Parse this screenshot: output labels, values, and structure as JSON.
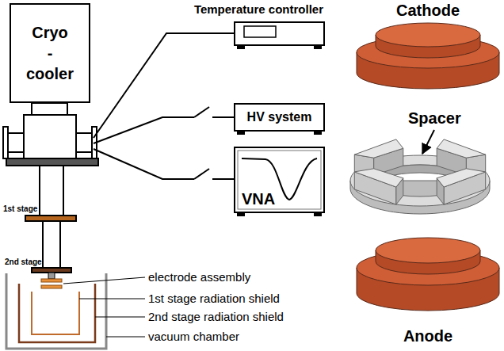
{
  "diagram": {
    "nodes": [
      {
        "text": [
          "Cryo - cooler"
        ]
      },
      {
        "text": [
          "Temperature controller"
        ]
      },
      {
        "text": [
          "HV system"
        ]
      },
      {
        "text": [
          "VNA"
        ]
      }
    ],
    "labels": [
      "1st stage",
      "2nd stage",
      "electrode assembly",
      "1st stage radiation shield",
      "2nd stage radiation shield",
      "vacuum chamber",
      "Cathode",
      "Spacer",
      "Anode"
    ]
  }
}
